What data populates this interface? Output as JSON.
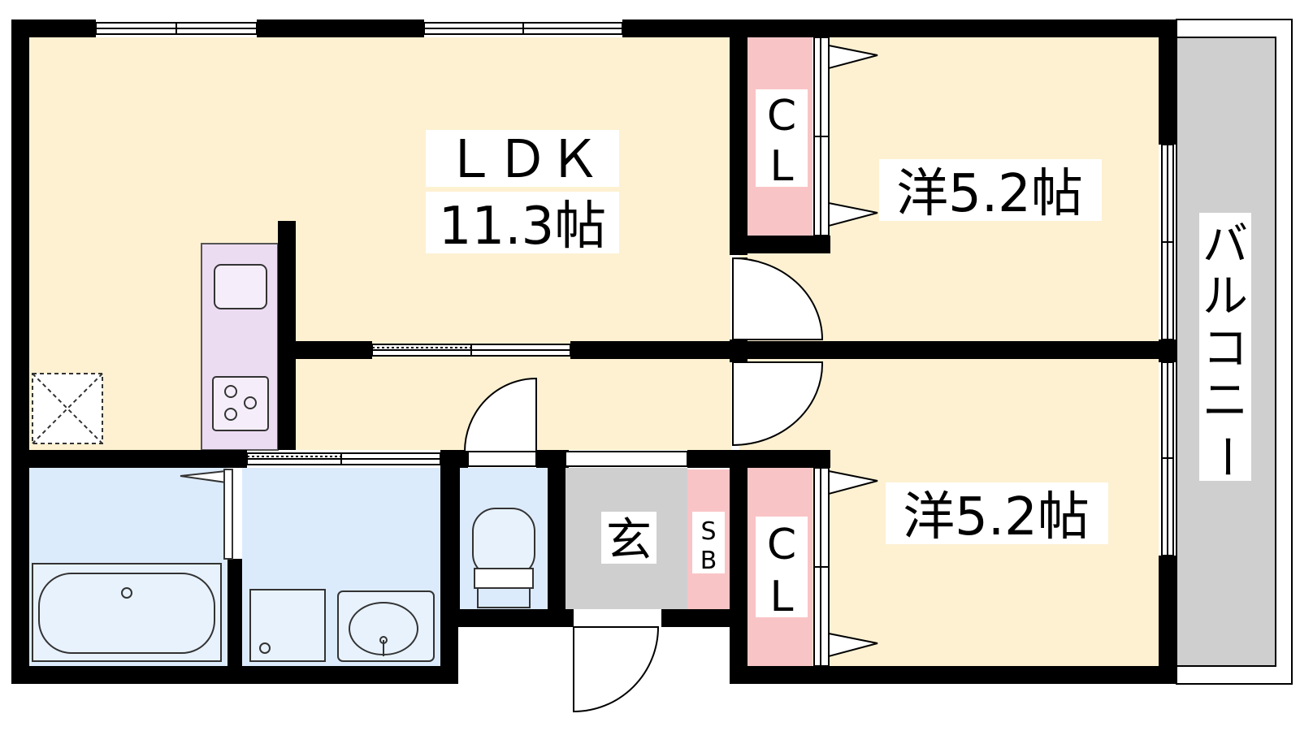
{
  "colors": {
    "living_floor": "#fdf1d2",
    "closet": "#f9c4c6",
    "wet_area": "#dcebfc",
    "entrance": "#cfcfcf",
    "balcony": "#cfcfcf",
    "kitchen": "#ecdcf2",
    "wall": "#000000"
  },
  "rooms": {
    "ldk_name": "ＬＤＫ",
    "ldk_size": "11.3帖",
    "bedroom_upper": "洋5.2帖",
    "bedroom_lower": "洋5.2帖",
    "closet_upper_c": "C",
    "closet_upper_l": "L",
    "closet_lower_c": "C",
    "closet_lower_l": "L",
    "entrance": "玄",
    "shoebox_s": "S",
    "shoebox_b": "B",
    "balcony_chars": [
      "バ",
      "ル",
      "コ",
      "ニ",
      "ー"
    ]
  }
}
